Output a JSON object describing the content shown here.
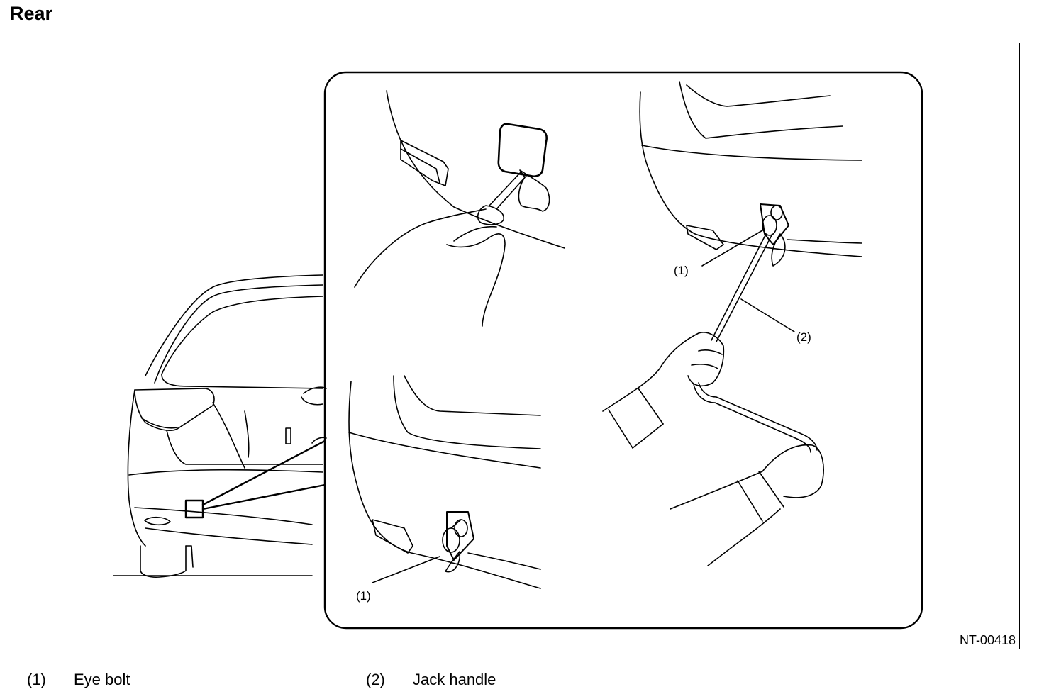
{
  "title": "Rear",
  "figure_id": "NT-00418",
  "callouts": {
    "eye_bolt": "(1)",
    "jack_handle": "(2)"
  },
  "legend": [
    {
      "number": "(1)",
      "label": "Eye bolt"
    },
    {
      "number": "(2)",
      "label": "Jack handle"
    }
  ]
}
